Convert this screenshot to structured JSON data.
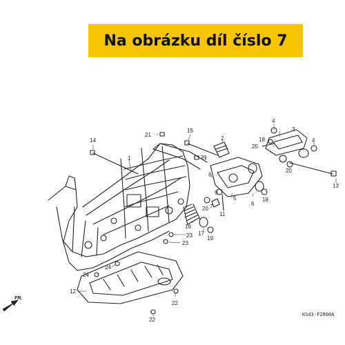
{
  "banner": {
    "text": "Na obrázku díl číslo 7",
    "color": "#f7c500"
  },
  "diagram_code": "KS43-F2900A",
  "direction_label": "FR.",
  "callouts": [
    {
      "id": "c1",
      "text": "1"
    },
    {
      "id": "c2",
      "text": "2"
    },
    {
      "id": "c3",
      "text": "3"
    },
    {
      "id": "c4a",
      "text": "4"
    },
    {
      "id": "c4b",
      "text": "4"
    },
    {
      "id": "c5",
      "text": "5"
    },
    {
      "id": "c6a",
      "text": "6"
    },
    {
      "id": "c6b",
      "text": "6"
    },
    {
      "id": "c7",
      "text": "7"
    },
    {
      "id": "c9",
      "text": "9"
    },
    {
      "id": "c11",
      "text": "11"
    },
    {
      "id": "c12",
      "text": "12"
    },
    {
      "id": "c13",
      "text": "13"
    },
    {
      "id": "c14",
      "text": "14"
    },
    {
      "id": "c15",
      "text": "15"
    },
    {
      "id": "c16",
      "text": "16"
    },
    {
      "id": "c17",
      "text": "17"
    },
    {
      "id": "c18a",
      "text": "18"
    },
    {
      "id": "c18b",
      "text": "18"
    },
    {
      "id": "c19",
      "text": "19"
    },
    {
      "id": "c20a",
      "text": "20"
    },
    {
      "id": "c20b",
      "text": "20"
    },
    {
      "id": "c21a",
      "text": "21"
    },
    {
      "id": "c21b",
      "text": "21"
    },
    {
      "id": "c22a",
      "text": "22"
    },
    {
      "id": "c22b",
      "text": "22"
    },
    {
      "id": "c23a",
      "text": "23"
    },
    {
      "id": "c23b",
      "text": "23"
    },
    {
      "id": "c24a",
      "text": "24"
    },
    {
      "id": "c24b",
      "text": "24"
    },
    {
      "id": "c25",
      "text": "25"
    }
  ]
}
